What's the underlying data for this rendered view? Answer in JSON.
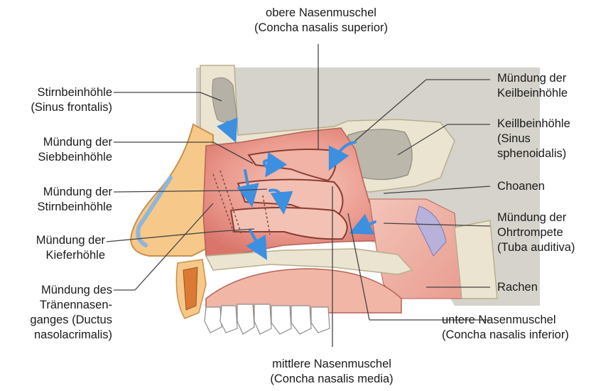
{
  "labels": {
    "conchaSuperior": [
      "obere Nasenmuschel",
      "(Concha nasalis superior)"
    ],
    "sinusFrontalis": [
      "Stirnbeinhöhle",
      "(Sinus frontalis)"
    ],
    "muendungSieb": [
      "Mündung der",
      "Siebbeinhöhle"
    ],
    "muendungStirn": [
      "Mündung der",
      "Stirnbeinhöhle"
    ],
    "muendungKiefer": [
      "Mündung der",
      "Kieferhöhle"
    ],
    "muendungTraenen": [
      "Mündung des",
      "Tränennasen-",
      "ganges (Ductus",
      "nasolacrimalis)"
    ],
    "muendungKeil": [
      "Mündung der",
      "Keilbeinhöhle"
    ],
    "sinusSphenoidalis": [
      "Keillbeinhöhle",
      "(Sinus",
      "sphenoidalis)"
    ],
    "choanen": [
      "Choanen"
    ],
    "tuba": [
      "Mündung der",
      "Ohrtrompete",
      "(Tuba auditiva)"
    ],
    "rachen": [
      "Rachen"
    ],
    "conchaInferior": [
      "untere Nasenmuschel",
      "(Concha nasalis inferior)"
    ],
    "conchaMedia": [
      "mittlere Nasenmuschel",
      "(Concha nasalis media)"
    ]
  },
  "colors": {
    "mucosa": "#e4897f",
    "mucosaLight": "#f3c1b4",
    "bone": "#e9e2cf",
    "skin": "#f6c98a",
    "arrow": "#3d8fe0",
    "background": "#d9d6cf"
  }
}
